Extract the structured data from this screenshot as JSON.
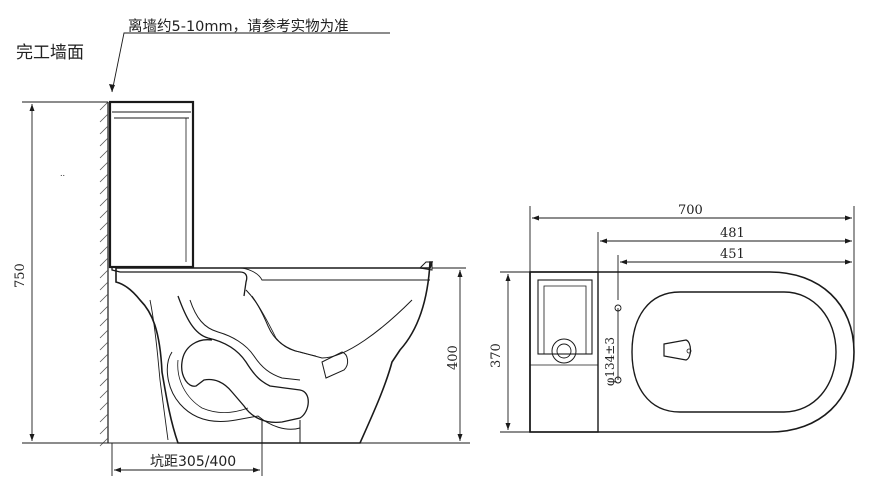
{
  "annotations": {
    "wall_clearance_note": "离墙约5-10mm，请参考实物为准",
    "finished_wall_label": "完工墙面",
    "rough_in_label": "坑距305/400"
  },
  "dimensions": {
    "total_height": "750",
    "bowl_height": "400",
    "total_length": "700",
    "length_to_outlet_a": "481",
    "length_to_outlet_b": "451",
    "width": "370",
    "outlet_diameter": "φ134±3"
  },
  "colors": {
    "line": "#1a1a1a",
    "hatch": "#555555",
    "background": "#ffffff"
  }
}
